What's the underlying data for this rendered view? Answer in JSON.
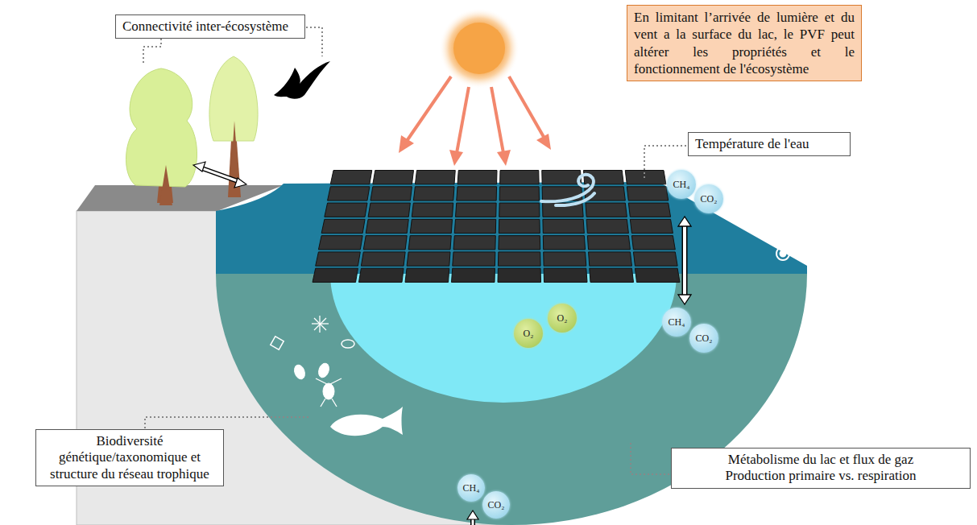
{
  "diagram": {
    "nodes": [
      {
        "text": [
          "Connectivité inter-écosystème"
        ]
      },
      {
        "text": [
          "En limitant l’arrivée de lumière et du vent a la surface du lac, le PVF peut altérer les propriétés et le fonctionnement de l'écosystème"
        ]
      },
      {
        "text": [
          "Température de l'eau"
        ]
      },
      {
        "text": [
          "CH₄"
        ]
      },
      {
        "text": [
          "CO₂"
        ]
      },
      {
        "text": [
          "O₂"
        ]
      },
      {
        "text": [
          "O₂"
        ]
      },
      {
        "text": [
          "CH₄"
        ]
      },
      {
        "text": [
          "CO₂"
        ]
      },
      {
        "text": [
          "Biodiversité génétique/taxonomique et structure du réseau trophique"
        ]
      },
      {
        "text": [
          "CH₄"
        ]
      },
      {
        "text": [
          "CO₂"
        ]
      },
      {
        "text": [
          "Métabolisme du lac et flux de gaz",
          "Production primaire vs. respiration"
        ]
      }
    ],
    "edges": [
      {
        "from": 4,
        "to": 7,
        "arrow": "both"
      }
    ]
  }
}
